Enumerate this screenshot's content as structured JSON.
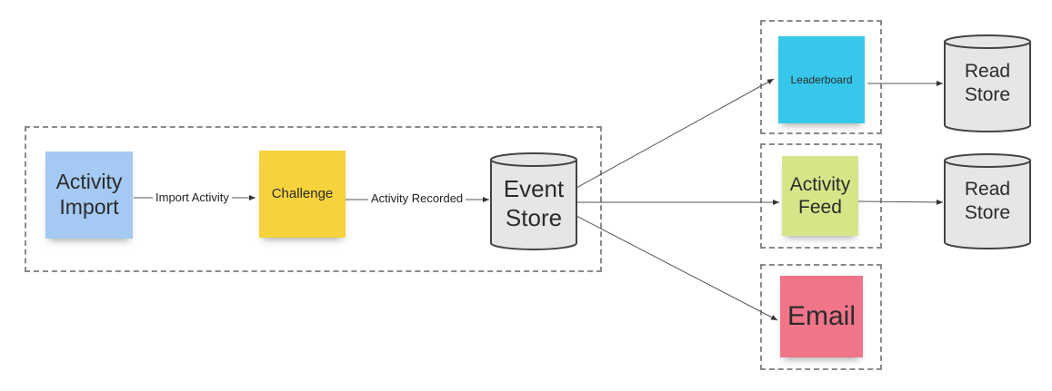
{
  "diagram": {
    "stickies": {
      "activity_import": {
        "label": "Activity\nImport",
        "color": "#a4c9f3"
      },
      "challenge": {
        "label": "Challenge",
        "color": "#f6d23c"
      },
      "leaderboard": {
        "label": "Leaderboard",
        "color": "#36c7ea"
      },
      "activity_feed": {
        "label": "Activity\nFeed",
        "color": "#d5e689"
      },
      "email": {
        "label": "Email",
        "color": "#f07589"
      }
    },
    "stores": {
      "event_store": {
        "label": "Event\nStore"
      },
      "read_store_1": {
        "label": "Read\nStore"
      },
      "read_store_2": {
        "label": "Read\nStore"
      }
    },
    "edges": {
      "import_activity": "Import Activity",
      "activity_recorded": "Activity Recorded"
    }
  }
}
